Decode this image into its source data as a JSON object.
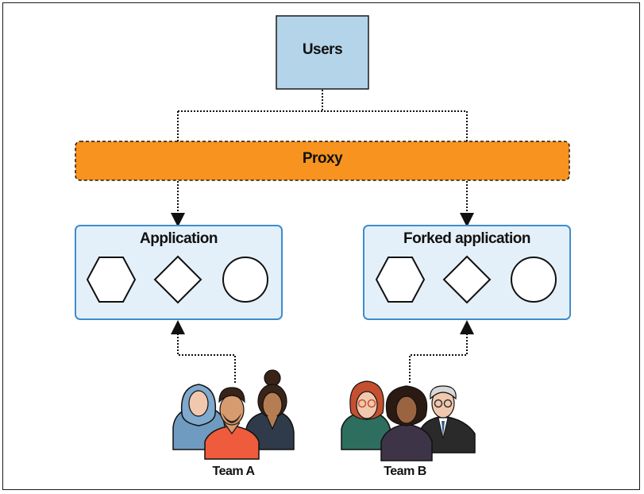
{
  "nodes": {
    "users": "Users",
    "proxy": "Proxy",
    "application": "Application",
    "forked_application": "Forked application"
  },
  "teams": {
    "team_a": "Team A",
    "team_b": "Team B"
  },
  "colors": {
    "users_fill": "#b4d4e9",
    "proxy_fill": "#f7931e",
    "app_fill": "#e4f0f9",
    "app_border": "#3f8ccb"
  },
  "shapes": [
    "hexagon",
    "diamond",
    "circle"
  ]
}
